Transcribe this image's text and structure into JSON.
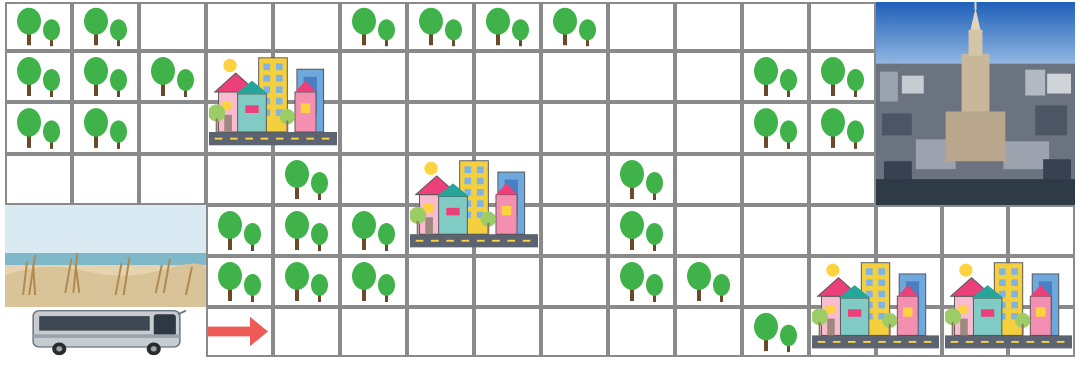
{
  "board": {
    "columns": 16,
    "rows": 7,
    "cells_without_grid": [
      [
        0,
        6
      ],
      [
        1,
        6
      ],
      [
        2,
        6
      ]
    ],
    "colors": {
      "grid_line": "#8a8a8a",
      "tree": "#3fb24a",
      "trunk": "#6b4a2b",
      "arrow": "#ee5a55"
    },
    "pieces": [
      {
        "type": "trees",
        "col": 0,
        "row": 0
      },
      {
        "type": "trees",
        "col": 1,
        "row": 0
      },
      {
        "type": "trees",
        "col": 5,
        "row": 0
      },
      {
        "type": "trees",
        "col": 6,
        "row": 0
      },
      {
        "type": "trees",
        "col": 7,
        "row": 0
      },
      {
        "type": "trees",
        "col": 8,
        "row": 0
      },
      {
        "type": "trees",
        "col": 0,
        "row": 1
      },
      {
        "type": "trees",
        "col": 1,
        "row": 1
      },
      {
        "type": "trees",
        "col": 2,
        "row": 1
      },
      {
        "type": "trees",
        "col": 11,
        "row": 1
      },
      {
        "type": "trees",
        "col": 12,
        "row": 1
      },
      {
        "type": "trees",
        "col": 0,
        "row": 2
      },
      {
        "type": "trees",
        "col": 1,
        "row": 2
      },
      {
        "type": "trees",
        "col": 11,
        "row": 2
      },
      {
        "type": "trees",
        "col": 12,
        "row": 2
      },
      {
        "type": "trees",
        "col": 4,
        "row": 3
      },
      {
        "type": "trees",
        "col": 9,
        "row": 3
      },
      {
        "type": "trees",
        "col": 3,
        "row": 4
      },
      {
        "type": "trees",
        "col": 4,
        "row": 4
      },
      {
        "type": "trees",
        "col": 5,
        "row": 4
      },
      {
        "type": "trees",
        "col": 9,
        "row": 4
      },
      {
        "type": "trees",
        "col": 3,
        "row": 5
      },
      {
        "type": "trees",
        "col": 4,
        "row": 5
      },
      {
        "type": "trees",
        "col": 5,
        "row": 5
      },
      {
        "type": "trees",
        "col": 9,
        "row": 5
      },
      {
        "type": "trees",
        "col": 10,
        "row": 5
      },
      {
        "type": "trees",
        "col": 11,
        "row": 6
      },
      {
        "type": "town",
        "col": 3,
        "row": 1,
        "span_cols": 2,
        "span_rows": 2
      },
      {
        "type": "town",
        "col": 6,
        "row": 3,
        "span_cols": 2,
        "span_rows": 2
      },
      {
        "type": "town",
        "col": 12,
        "row": 5,
        "span_cols": 2,
        "span_rows": 2
      },
      {
        "type": "town",
        "col": 14,
        "row": 5,
        "span_cols": 2,
        "span_rows": 2
      },
      {
        "type": "city-photo",
        "col": 13,
        "row": 0,
        "span_cols": 3,
        "span_rows": 4
      },
      {
        "type": "beach-photo",
        "col": 0,
        "row": 4,
        "span_cols": 3,
        "span_rows": 2
      },
      {
        "type": "bus",
        "col": 0,
        "row": 6,
        "span_cols": 3,
        "span_rows": 1
      },
      {
        "type": "arrow",
        "col": 3,
        "row": 6,
        "direction": "right"
      }
    ]
  }
}
